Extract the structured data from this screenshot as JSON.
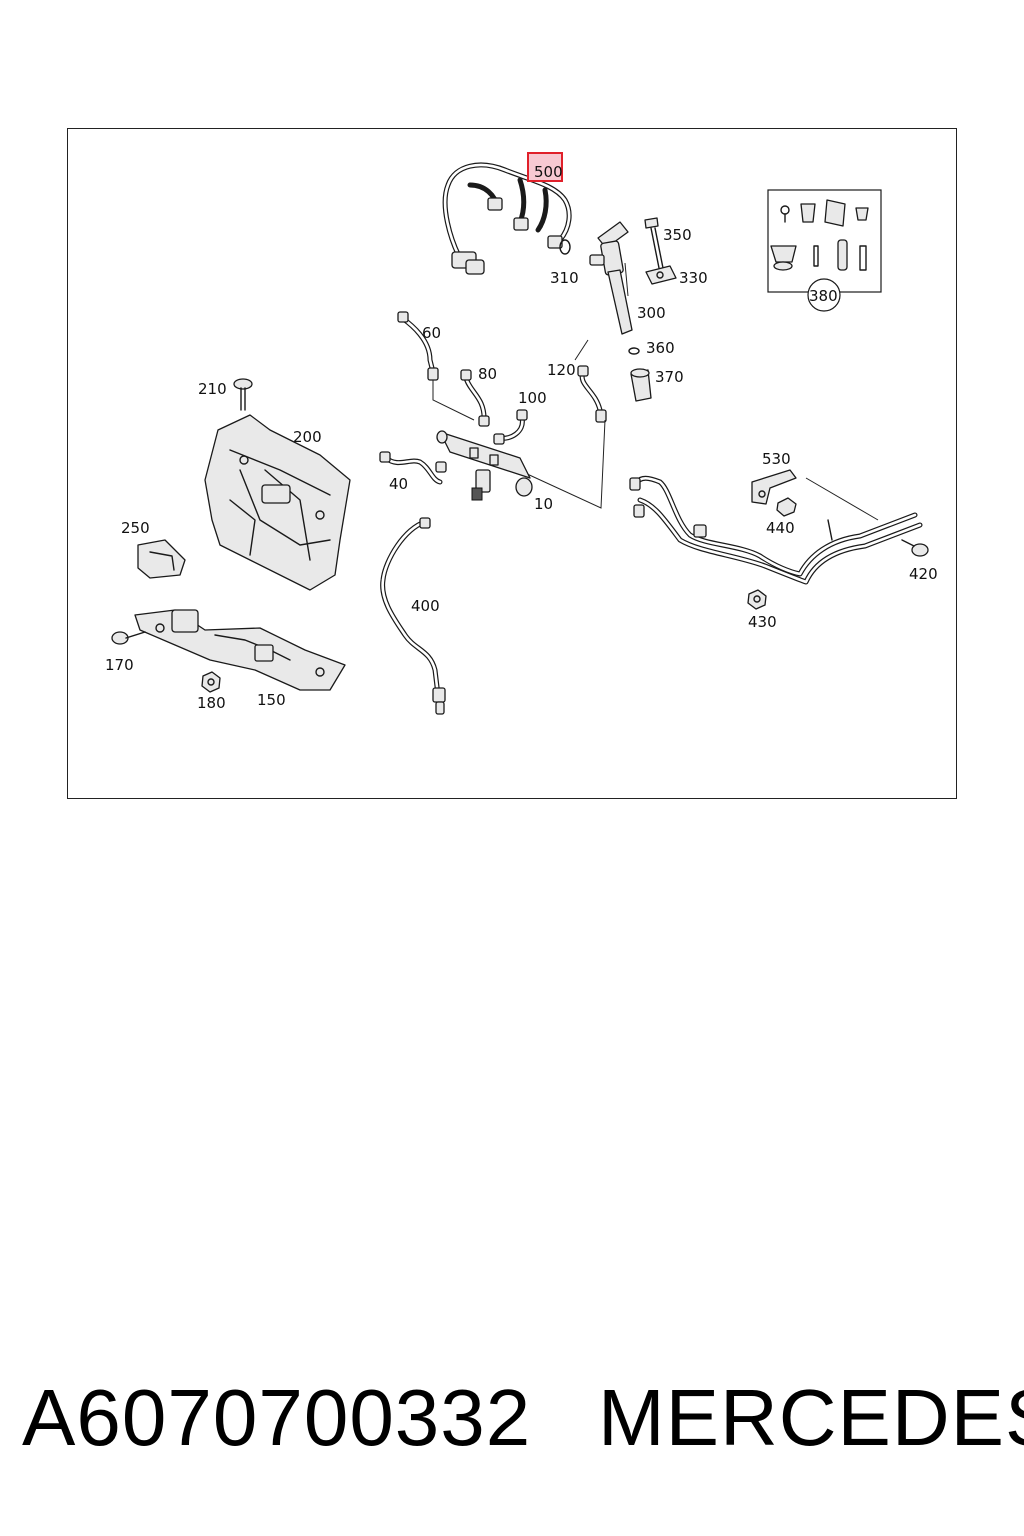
{
  "diagram": {
    "highlight_color": "#e0202a",
    "highlight_fill": "#f7c9d2",
    "callouts": [
      {
        "id": "500",
        "label": "500",
        "highlighted": true
      },
      {
        "id": "350",
        "label": "350"
      },
      {
        "id": "330",
        "label": "330"
      },
      {
        "id": "310",
        "label": "310"
      },
      {
        "id": "300",
        "label": "300"
      },
      {
        "id": "360",
        "label": "360"
      },
      {
        "id": "370",
        "label": "370"
      },
      {
        "id": "380",
        "label": "380"
      },
      {
        "id": "60",
        "label": "60"
      },
      {
        "id": "80",
        "label": "80"
      },
      {
        "id": "100",
        "label": "100"
      },
      {
        "id": "120",
        "label": "120"
      },
      {
        "id": "210",
        "label": "210"
      },
      {
        "id": "200",
        "label": "200"
      },
      {
        "id": "250",
        "label": "250"
      },
      {
        "id": "40",
        "label": "40"
      },
      {
        "id": "10",
        "label": "10"
      },
      {
        "id": "530",
        "label": "530"
      },
      {
        "id": "440",
        "label": "440"
      },
      {
        "id": "420",
        "label": "420"
      },
      {
        "id": "430",
        "label": "430"
      },
      {
        "id": "400",
        "label": "400"
      },
      {
        "id": "170",
        "label": "170"
      },
      {
        "id": "180",
        "label": "180"
      },
      {
        "id": "150",
        "label": "150"
      }
    ]
  },
  "footer": {
    "part_number": "A6070700332",
    "brand": "MERCEDES"
  }
}
